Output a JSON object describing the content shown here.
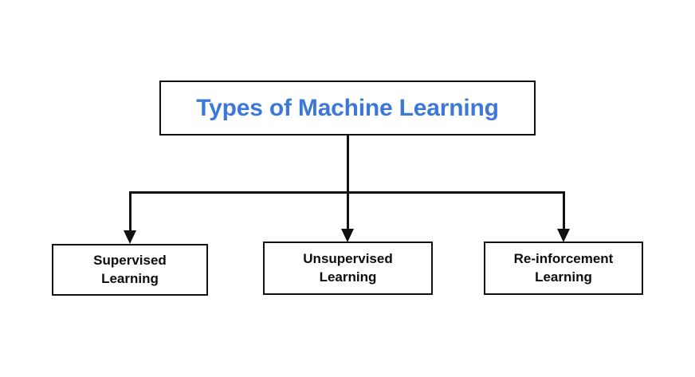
{
  "diagram": {
    "title": "Types of Machine Learning",
    "background_color": "#ffffff",
    "root": {
      "label": "Types of Machine Learning",
      "text_color": "#3c78d8",
      "border_color": "#111111"
    },
    "branches": [
      {
        "id": "supervised",
        "label": "Supervised\nLearning",
        "line1": "Supervised",
        "line2": "Learning",
        "text_color": "#0d0d0d"
      },
      {
        "id": "unsupervised",
        "label": "Unsupervised\nLearning",
        "line1": "Unsupervised",
        "line2": "Learning",
        "text_color": "#0d0d0d"
      },
      {
        "id": "reinforcement",
        "label": "Re-inforcement\nLearning",
        "line1": "Re-inforcement",
        "line2": "Learning",
        "text_color": "#0d0d0d"
      }
    ],
    "connectors": {
      "style": "orthogonal-arrow",
      "color": "#111111",
      "arrowheads": 3
    }
  }
}
